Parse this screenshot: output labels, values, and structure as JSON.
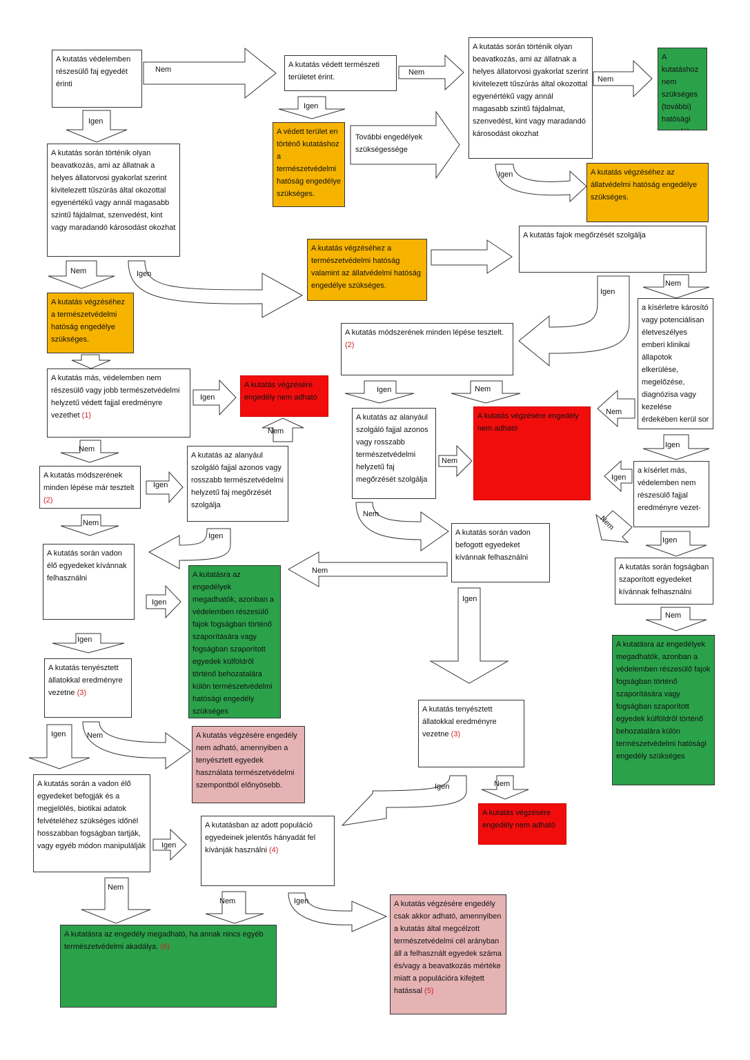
{
  "colors": {
    "white": "#ffffff",
    "orange": "#f6b400",
    "green": "#2ba24a",
    "red": "#f20d0d",
    "pink": "#e6b3b5",
    "note": "#d02020"
  },
  "boxes": [
    {
      "id": "b1",
      "cls": "white",
      "text": "A kutatás védelemben részesülő faj egyedét érinti",
      "note": ""
    },
    {
      "id": "b2",
      "cls": "white",
      "text": "A kutatás védett természeti területet érint.",
      "note": ""
    },
    {
      "id": "b3",
      "cls": "white",
      "text": "A kutatás során történik olyan beavatkozás, ami az állatnak a helyes állatorvosi gyakorlat szerint kivitelezett tűszúrás által okozottal egyenértékű vagy annál magasabb szintű fájdalmat, szenvedést, kint vagy maradandó károsodást okozhat",
      "note": ""
    },
    {
      "id": "b4",
      "cls": "green",
      "text": "A kutatáshoz nem szükséges (további) hatósági engedély",
      "note": ""
    },
    {
      "id": "b5",
      "cls": "orange",
      "text": "A védett terület en történő kutatáshoz a természetvédelmi hatóság engedélye szükséges.",
      "note": ""
    },
    {
      "id": "b6",
      "cls": "plain",
      "text": "További engedélyek szükségessége",
      "note": ""
    },
    {
      "id": "b7",
      "cls": "orange",
      "text": "A kutatás végzéséhez az állatvédelmi hatóság engedélye szükséges.",
      "note": ""
    },
    {
      "id": "b8",
      "cls": "white",
      "text": "A kutatás során történik olyan beavatkozás, ami az állatnak a helyes állatorvosi gyakorlat szerint kivitelezett tűszúrás által okozottal egyenértékű vagy annál magasabb szintű fájdalmat, szenvedést, kint vagy maradandó károsodást okozhat",
      "note": ""
    },
    {
      "id": "b9",
      "cls": "orange",
      "text": "A kutatás végzéséhez a természetvédelmi hatóság valamint az állatvédelmi hatóság engedélye szükséges.",
      "note": ""
    },
    {
      "id": "b10",
      "cls": "white",
      "text": "A kutatás fajok megőrzését szolgálja",
      "note": ""
    },
    {
      "id": "b11",
      "cls": "orange",
      "text": "A kutatás végzéséhez a természetvédelmi hatóság engedélye szükséges.",
      "note": ""
    },
    {
      "id": "b12",
      "cls": "white",
      "text": "A kutatás módszerének minden lépése tesztelt.",
      "note": "(2)"
    },
    {
      "id": "b13",
      "cls": "white",
      "text": "a kísérletre károsító vagy potenciálisan életveszélyes emberi klinikai állapotok elkerülése, megelőzése, diagnózisa vagy kezelése érdekében kerül sor",
      "note": ""
    },
    {
      "id": "b14",
      "cls": "white",
      "text": "A kutatás más, védelemben nem részesülő vagy jobb természetvédelmi helyzetű védett fajjal eredményre vezethet",
      "note": "(1)"
    },
    {
      "id": "b15",
      "cls": "red",
      "text": "A kutatás végzésére engedély nem adható",
      "note": ""
    },
    {
      "id": "b16",
      "cls": "white",
      "text": "A kutatás az alanyául szolgáló fajjal azonos vagy rosszabb természetvédelmi helyzetű faj megőrzését szolgálja",
      "note": ""
    },
    {
      "id": "b17",
      "cls": "red",
      "text": "A kutatás végzésére engedély nem adható",
      "note": ""
    },
    {
      "id": "b18",
      "cls": "white",
      "text": "A kutatás módszerének minden lépése már tesztelt",
      "note": "(2)"
    },
    {
      "id": "b19",
      "cls": "white",
      "text": "A kutatás az alanyául szolgáló fajjal azonos vagy rosszabb természetvédelmi helyzetű faj megőrzését szolgálja",
      "note": ""
    },
    {
      "id": "b20",
      "cls": "white",
      "text": "a kísérlet más, védelemben nem részesülő fajjal eredményre vezet-",
      "note": ""
    },
    {
      "id": "b21",
      "cls": "white",
      "text": "A kutatás során vadon befogott egyedeket kívánnak felhasználni",
      "note": ""
    },
    {
      "id": "b22",
      "cls": "white",
      "text": "A kutatás során vadon élő egyedeket kívánnak felhasználni",
      "note": ""
    },
    {
      "id": "b23",
      "cls": "green",
      "text": "A kutatásra az engedélyek megadhatók, azonban a védelemben részesülő fajok fogságban történő szaporítására vagy fogságban szaporított egyedek külföldről történő behozatalára külön természetvédelmi hatósági engedély szükséges",
      "note": ""
    },
    {
      "id": "b24",
      "cls": "white",
      "text": "A kutatás során fogságban szaporított egyedeket kívánnak felhasználni",
      "note": ""
    },
    {
      "id": "b25",
      "cls": "white",
      "text": "A kutatás tenyésztett állatokkal eredményre vezetne",
      "note": "(3)"
    },
    {
      "id": "b26",
      "cls": "green",
      "text": "A kutatásra az engedélyek megadhatók, azonban a védelemben részesülő fajok fogságban történő szaporítására vagy fogságban szaporított egyedek külföldről történő behozatalára külön természetvédelmi hatósági engedély szükséges",
      "note": ""
    },
    {
      "id": "b27",
      "cls": "pink",
      "text": "A kutatás végzésére engedély nem adható, amennyiben a tenyésztett egyedek használata természetvédelmi szempontból előnyösebb.",
      "note": ""
    },
    {
      "id": "b28",
      "cls": "white",
      "text": "A kutatás tenyésztett állatokkal eredményre vezetne",
      "note": "(3)"
    },
    {
      "id": "b29",
      "cls": "white",
      "text": "A kutatás során a vadon élő egyedeket befogják és a megjelölés, biotikai adatok felvételéhez szükséges időnél hosszabban fogságban tartják, vagy egyéb módon manipulálják",
      "note": ""
    },
    {
      "id": "b30",
      "cls": "white",
      "text": "A kutatásban az adott populáció egyedeinek jelentős hányadát fel kívánják használni",
      "note": "(4)"
    },
    {
      "id": "b31",
      "cls": "red",
      "text": "A kutatás végzésére engedély nem adható",
      "note": ""
    },
    {
      "id": "b32",
      "cls": "green",
      "text": "A kutatásra az engedély megadható, ha annak nincs egyéb természetvédelmi akadálya.",
      "note": "(6)"
    },
    {
      "id": "b33",
      "cls": "pink",
      "text": "A kutatás végzésére engedély csak akkor adható, amennyiben a kutatás által megcélzott természetvédelmi cél arányban áll a felhasznált egyedek száma és/vagy a beavatkozás mértéke miatt a populációra kifejtett hatással",
      "note": "(5)"
    }
  ],
  "labels": [
    "Nem",
    "Igen",
    "Nem",
    "Nem",
    "Igen",
    "Igen",
    "Nem",
    "Igen",
    "Nem",
    "Igen",
    "Nem",
    "Igen",
    "Igen",
    "Nem",
    "Nem",
    "Nem",
    "Igen",
    "Nem",
    "Igen",
    "Igen",
    "Nem",
    "Nem",
    "Nem",
    "Igen",
    "Igen",
    "Nem",
    "Igen",
    "Igen",
    "Nem",
    "Igen",
    "Igen",
    "Nem",
    "Igen",
    "Nem",
    "Igen",
    "Nem"
  ]
}
